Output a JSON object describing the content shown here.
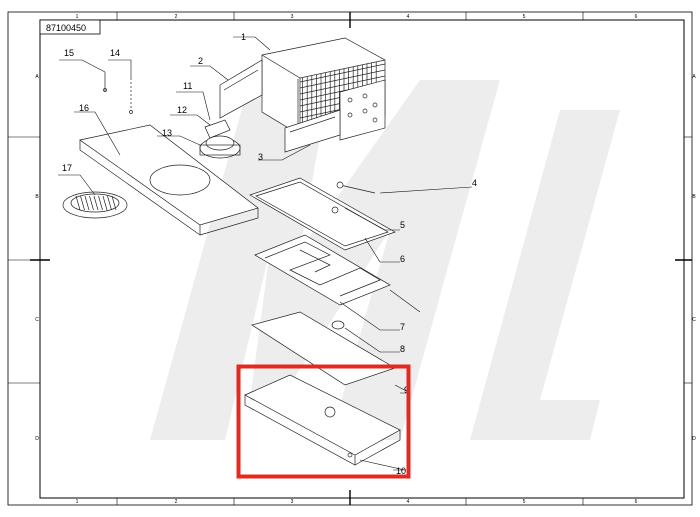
{
  "drawing_number": "87100450",
  "zone_columns": [
    "1",
    "2",
    "3",
    "4",
    "5",
    "6"
  ],
  "zone_rows": [
    "A",
    "B",
    "C",
    "D"
  ],
  "highlight_color": "#e8281e",
  "highlighted_part": "10",
  "parts": [
    {
      "label": "1"
    },
    {
      "label": "2"
    },
    {
      "label": "3"
    },
    {
      "label": "4"
    },
    {
      "label": "5"
    },
    {
      "label": "6"
    },
    {
      "label": "7"
    },
    {
      "label": "8"
    },
    {
      "label": "9"
    },
    {
      "label": "10"
    },
    {
      "label": "11"
    },
    {
      "label": "12"
    },
    {
      "label": "13"
    },
    {
      "label": "14"
    },
    {
      "label": "15"
    },
    {
      "label": "16"
    },
    {
      "label": "17"
    }
  ]
}
